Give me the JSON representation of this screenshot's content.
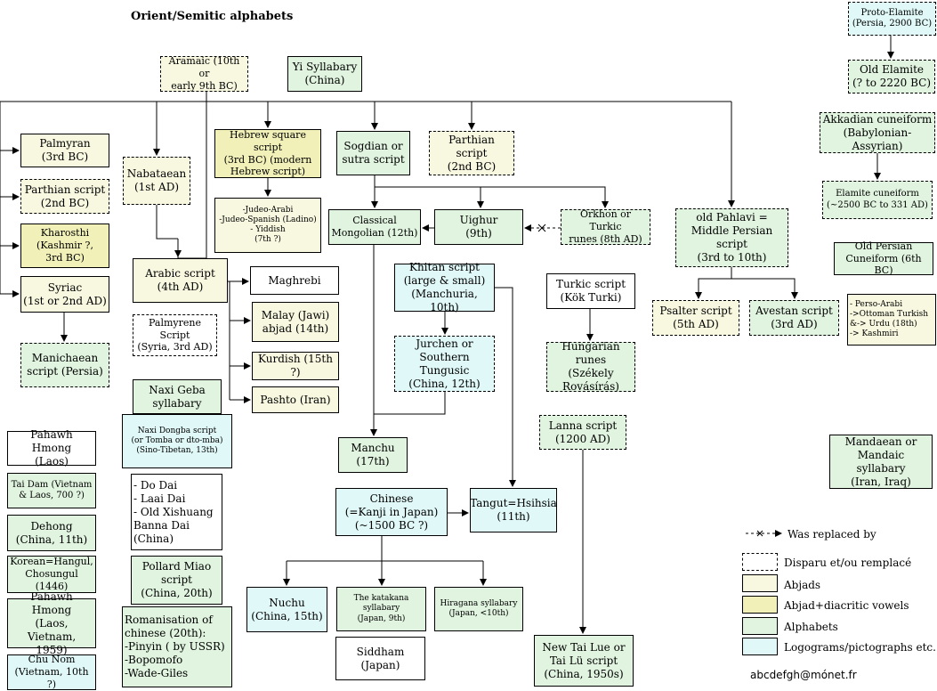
{
  "title": "Orient/Semitic alphabets",
  "boxes": {
    "proto_elamite": "Proto-Elamite\n(Persia, 2900 BC)",
    "old_elamite": "Old Elamite\n(? to 2220 BC)",
    "akkadian": "Akkadian cuneiform\n(Babylonian-Assyrian)",
    "elamite_cuneiform": "Elamite cuneiform\n(~2500 BC to 331 AD)",
    "old_persian": "Old Persian\nCuneiform (6th BC)",
    "perso_arabi": "- Perso-Arabi\n->Ottoman Turkish\n&-> Urdu (18th)\n-> Kashmiri",
    "mandaean": "Mandaean or\nMandaic syllabary\n(Iran, Iraq)",
    "aramaic": "Aramaic (10th or\nearly 9th BC)",
    "yi": "Yi Syllabary\n(China)",
    "palmyran": "Palmyran\n(3rd BC)",
    "parthian_left": "Parthian script\n(2nd BC)",
    "kharosthi": "Kharosthi\n(Kashmir ?,\n3rd BC)",
    "syriac": "Syriac\n(1st or 2nd AD)",
    "manichaean": "Manichaean\nscript (Persia)",
    "nabataean": "Nabataean\n(1st AD)",
    "hebrew": "Hebrew square script\n(3rd BC) (modern\nHebrew script)",
    "judeo": "-Judeo-Arabi\n-Judeo-Spanish (Ladino)\n- Yiddish\n(7th ?)",
    "sogdian": "Sogdian or\nsutra script",
    "parthian_mid": "Parthian script\n(2nd BC)",
    "classical_mongolian": "Classical\nMongolian (12th)",
    "uighur": "Uighur\n(9th)",
    "orkhon": "Orkhon or Turkic\nrunes (8th AD)",
    "old_pahlavi": "old Pahlavi =\nMiddle Persian script\n(3rd to 10th)",
    "psalter": "Psalter script\n(5th AD)",
    "avestan": "Avestan script\n(3rd AD)",
    "arabic": "Arabic script\n(4th AD)",
    "maghrebi": "Maghrebi",
    "malay": "Malay (Jawi)\nabjad (14th)",
    "kurdish": "Kurdish (15th ?)",
    "pashto": "Pashto (Iran)",
    "palmyrene": "Palmyrene Script\n(Syria, 3rd AD)",
    "khitan": "Khitan script\n(large & small)\n(Manchuria, 10th)",
    "jurchen": "Jurchen or\nSouthern Tungusic\n(China, 12th)",
    "turkic_script": "Turkic script\n(Kök Turki)",
    "hungarian": "Hungarian runes\n(Székely\nRovásírás)",
    "lanna": "Lanna script\n(1200 AD)",
    "naxi_geba": "Naxi Geba\nsyllabary",
    "naxi_dongba": "Naxi Dongba script\n(or Tomba or dto-mba)\n(Sino-Tibetan, 13th)",
    "dai": "- Do Dai\n- Laai Dai\n- Old Xishuang\nBanna Dai\n(China)",
    "pollard": "Pollard Miao\nscript\n(China, 20th)",
    "romanisation": "Romanisation of\nchinese (20th):\n-Pinyin ( by USSR)\n-Bopomofo\n-Wade-Giles",
    "manchu": "Manchu\n(17th)",
    "chinese": "Chinese\n(=Kanji in Japan)\n(~1500 BC ?)",
    "tangut": "Tangut=Hsihsia\n(11th)",
    "nuchu": "Nuchu\n(China, 15th)",
    "katakana": "The katakana\nsyllabary\n(Japan, 9th)",
    "hiragana": "Hiragana syllabary\n(Japan, <10th)",
    "siddham": "Siddham\n(Japan)",
    "new_tai_lue": "New Tai Lue or\nTai Lü script\n(China, 1950s)",
    "pahawh_laos": "Pahawh Hmong\n(Laos)",
    "tai_dam": "Tai Dam (Vietnam\n& Laos, 700 ?)",
    "dehong": "Dehong\n(China, 11th)",
    "korean": "Korean=Hangul,\nChosungul (1446)",
    "pahawh_laos_vietnam": "Pahawh Hmong\n(Laos, Vietnam,\n1959)",
    "chu_nom": "Chu Nom\n(Vietnam, 10th ?)"
  },
  "legend": {
    "replaced": "Was replaced by",
    "disparu": "Disparu et/ou remplacé",
    "abjads": "Abjads",
    "abjad_diacritic": "Abjad+diacritic vowels",
    "alphabets": "Alphabets",
    "logograms": "Logograms/pictographs etc."
  },
  "credit": "abcdefgh@mónet.fr",
  "colors": {
    "abjads": "#f8f8e0",
    "abjad_diacritic": "#f0f0b8",
    "alphabets": "#e0f4e0",
    "logograms": "#e0f8f8"
  }
}
